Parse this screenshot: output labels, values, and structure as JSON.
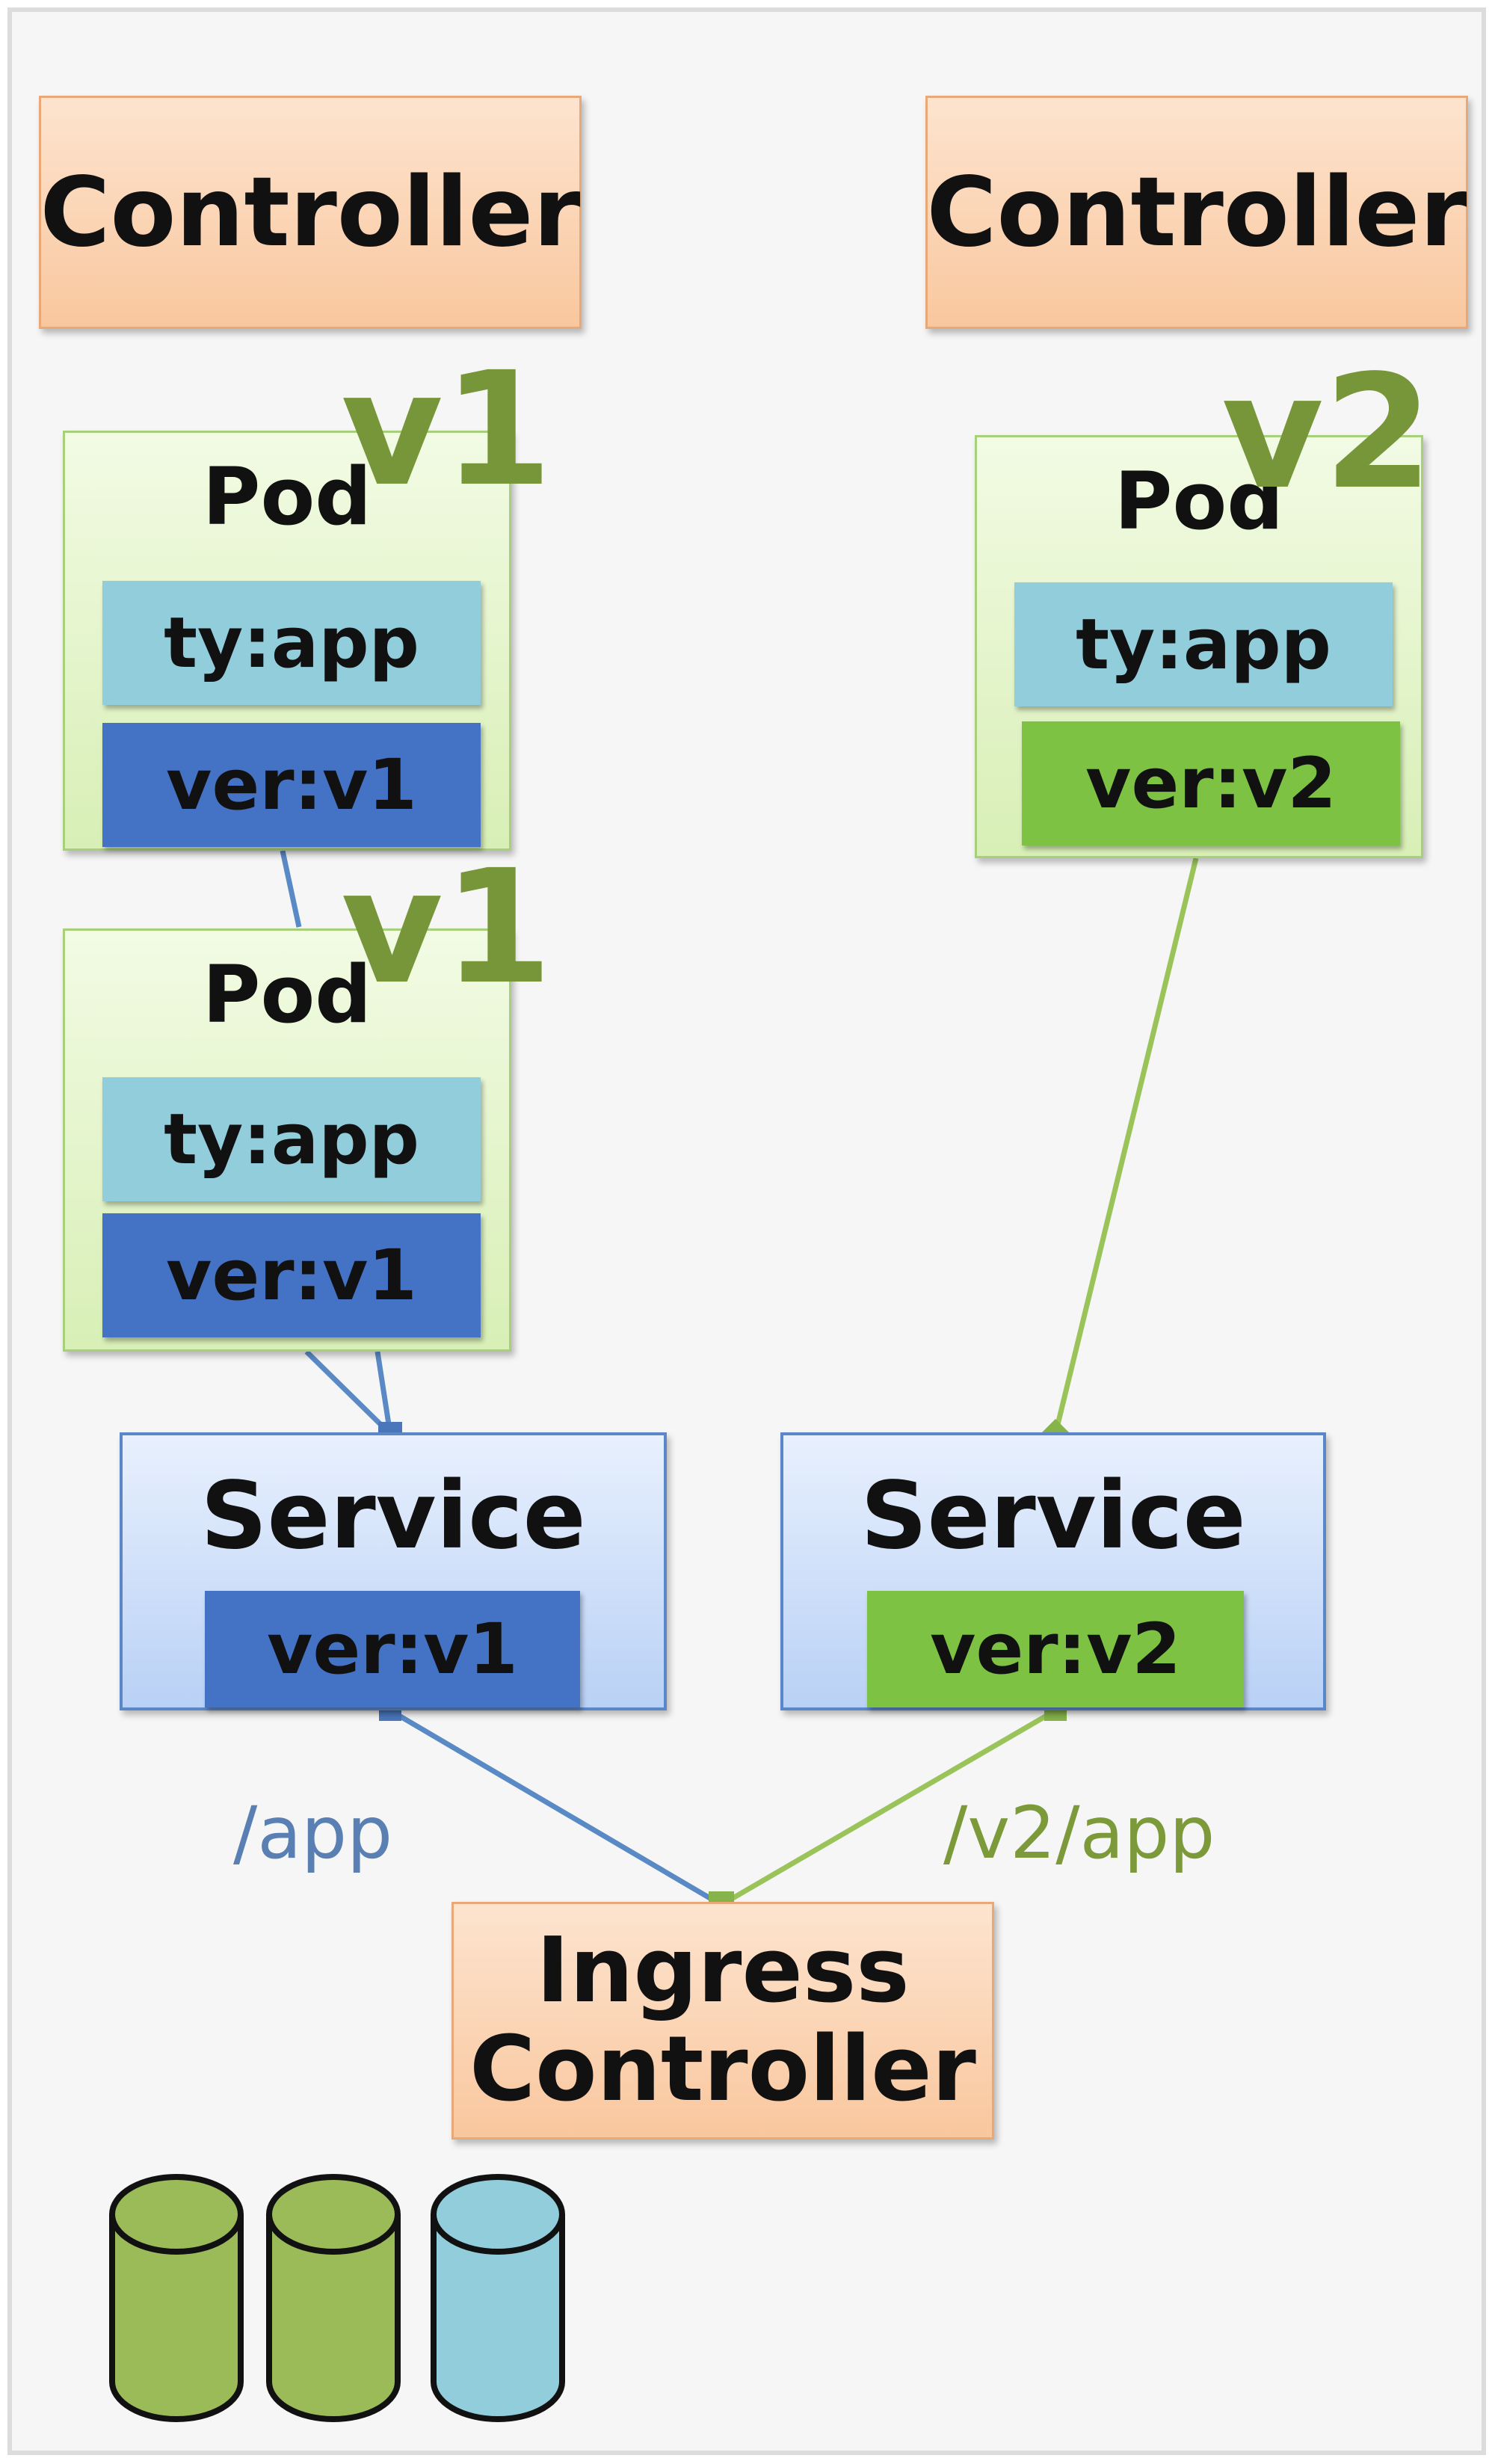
{
  "controllers": {
    "left": "Controller",
    "right": "Controller"
  },
  "version_tags": {
    "pod1": "v1",
    "pod2": "v1",
    "pod3": "v2"
  },
  "pods": [
    {
      "title": "Pod",
      "labels": [
        "ty:app",
        "ver:v1"
      ]
    },
    {
      "title": "Pod",
      "labels": [
        "ty:app",
        "ver:v1"
      ]
    },
    {
      "title": "Pod",
      "labels": [
        "ty:app",
        "ver:v2"
      ]
    }
  ],
  "services": [
    {
      "title": "Service",
      "selector": "ver:v1"
    },
    {
      "title": "Service",
      "selector": "ver:v2"
    }
  ],
  "routes": {
    "left": "/app",
    "right": "/v2/app"
  },
  "ingress": {
    "line1": "Ingress",
    "line2": "Controller"
  },
  "colors": {
    "controller": "#f9c79e",
    "pod": "#d8efb6",
    "service": "#b9d1f6",
    "label_app": "#92cddc",
    "label_v1": "#4472c4",
    "label_v2": "#7dc242",
    "line_v1": "#5a8ac6",
    "line_v2": "#9ac45a",
    "version_tag": "#77963a"
  },
  "cylinders": [
    {
      "color": "#9bbb59"
    },
    {
      "color": "#9bbb59"
    },
    {
      "color": "#92cddc"
    }
  ]
}
